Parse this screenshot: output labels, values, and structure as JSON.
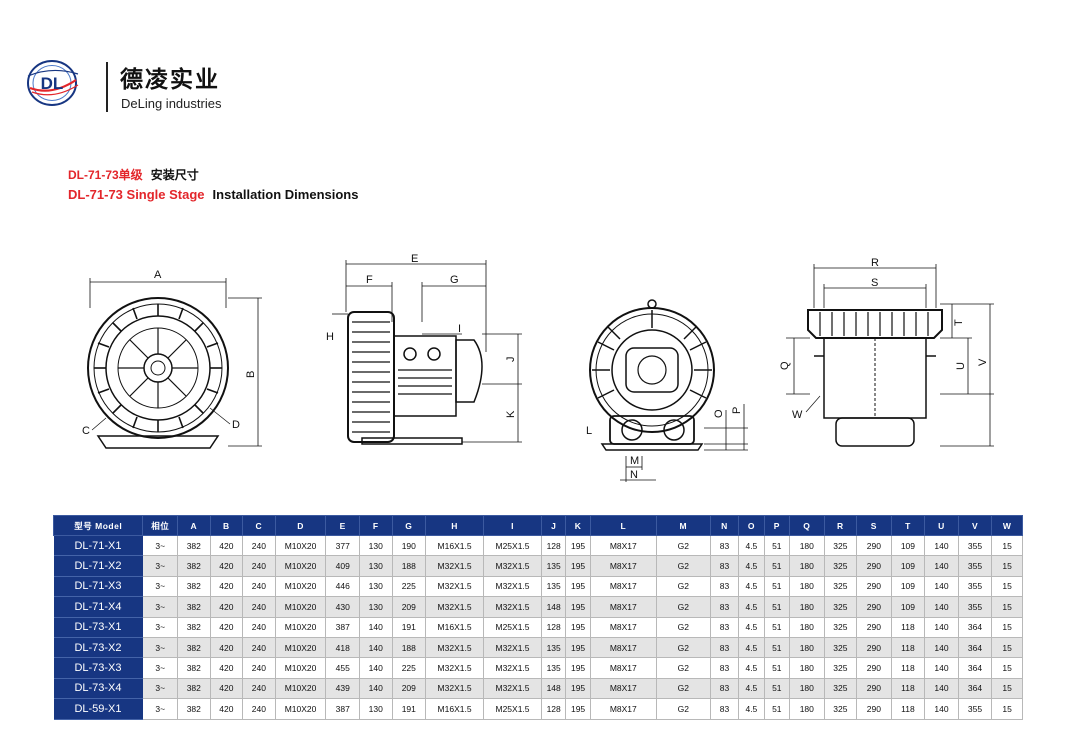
{
  "company": {
    "name_cn": "德凌实业",
    "name_en": "DeLing industries",
    "logo_text": "DL",
    "brand_blue": "#173682",
    "brand_red": "#e3262b"
  },
  "titles": {
    "line1_red": "DL-71-73单级",
    "line1_dark": "安装尺寸",
    "line2_red": "DL-71-73 Single Stage",
    "line2_dark": "Installation Dimensions"
  },
  "drawings": {
    "front": {
      "labels": [
        "A",
        "B",
        "C",
        "D"
      ]
    },
    "side": {
      "labels": [
        "E",
        "F",
        "G",
        "H",
        "I",
        "J",
        "K"
      ]
    },
    "back": {
      "labels": [
        "L",
        "M",
        "N",
        "O",
        "P"
      ]
    },
    "top": {
      "labels": [
        "R",
        "S",
        "T",
        "U",
        "V",
        "Q",
        "W"
      ]
    }
  },
  "table": {
    "headers": [
      "型号 Model",
      "相位",
      "A",
      "B",
      "C",
      "D",
      "E",
      "F",
      "G",
      "H",
      "I",
      "J",
      "K",
      "L",
      "M",
      "N",
      "O",
      "P",
      "Q",
      "R",
      "S",
      "T",
      "U",
      "V",
      "W"
    ],
    "rows": [
      [
        "DL-71-X1",
        "3~",
        "382",
        "420",
        "240",
        "M10X20",
        "377",
        "130",
        "190",
        "M16X1.5",
        "M25X1.5",
        "128",
        "195",
        "M8X17",
        "G2",
        "83",
        "4.5",
        "51",
        "180",
        "325",
        "290",
        "109",
        "140",
        "355",
        "15"
      ],
      [
        "DL-71-X2",
        "3~",
        "382",
        "420",
        "240",
        "M10X20",
        "409",
        "130",
        "188",
        "M32X1.5",
        "M32X1.5",
        "135",
        "195",
        "M8X17",
        "G2",
        "83",
        "4.5",
        "51",
        "180",
        "325",
        "290",
        "109",
        "140",
        "355",
        "15"
      ],
      [
        "DL-71-X3",
        "3~",
        "382",
        "420",
        "240",
        "M10X20",
        "446",
        "130",
        "225",
        "M32X1.5",
        "M32X1.5",
        "135",
        "195",
        "M8X17",
        "G2",
        "83",
        "4.5",
        "51",
        "180",
        "325",
        "290",
        "109",
        "140",
        "355",
        "15"
      ],
      [
        "DL-71-X4",
        "3~",
        "382",
        "420",
        "240",
        "M10X20",
        "430",
        "130",
        "209",
        "M32X1.5",
        "M32X1.5",
        "148",
        "195",
        "M8X17",
        "G2",
        "83",
        "4.5",
        "51",
        "180",
        "325",
        "290",
        "109",
        "140",
        "355",
        "15"
      ],
      [
        "DL-73-X1",
        "3~",
        "382",
        "420",
        "240",
        "M10X20",
        "387",
        "140",
        "191",
        "M16X1.5",
        "M25X1.5",
        "128",
        "195",
        "M8X17",
        "G2",
        "83",
        "4.5",
        "51",
        "180",
        "325",
        "290",
        "118",
        "140",
        "364",
        "15"
      ],
      [
        "DL-73-X2",
        "3~",
        "382",
        "420",
        "240",
        "M10X20",
        "418",
        "140",
        "188",
        "M32X1.5",
        "M32X1.5",
        "135",
        "195",
        "M8X17",
        "G2",
        "83",
        "4.5",
        "51",
        "180",
        "325",
        "290",
        "118",
        "140",
        "364",
        "15"
      ],
      [
        "DL-73-X3",
        "3~",
        "382",
        "420",
        "240",
        "M10X20",
        "455",
        "140",
        "225",
        "M32X1.5",
        "M32X1.5",
        "135",
        "195",
        "M8X17",
        "G2",
        "83",
        "4.5",
        "51",
        "180",
        "325",
        "290",
        "118",
        "140",
        "364",
        "15"
      ],
      [
        "DL-73-X4",
        "3~",
        "382",
        "420",
        "240",
        "M10X20",
        "439",
        "140",
        "209",
        "M32X1.5",
        "M32X1.5",
        "148",
        "195",
        "M8X17",
        "G2",
        "83",
        "4.5",
        "51",
        "180",
        "325",
        "290",
        "118",
        "140",
        "364",
        "15"
      ],
      [
        "DL-59-X1",
        "3~",
        "382",
        "420",
        "240",
        "M10X20",
        "387",
        "130",
        "191",
        "M16X1.5",
        "M25X1.5",
        "128",
        "195",
        "M8X17",
        "G2",
        "83",
        "4.5",
        "51",
        "180",
        "325",
        "290",
        "118",
        "140",
        "355",
        "15"
      ]
    ]
  }
}
